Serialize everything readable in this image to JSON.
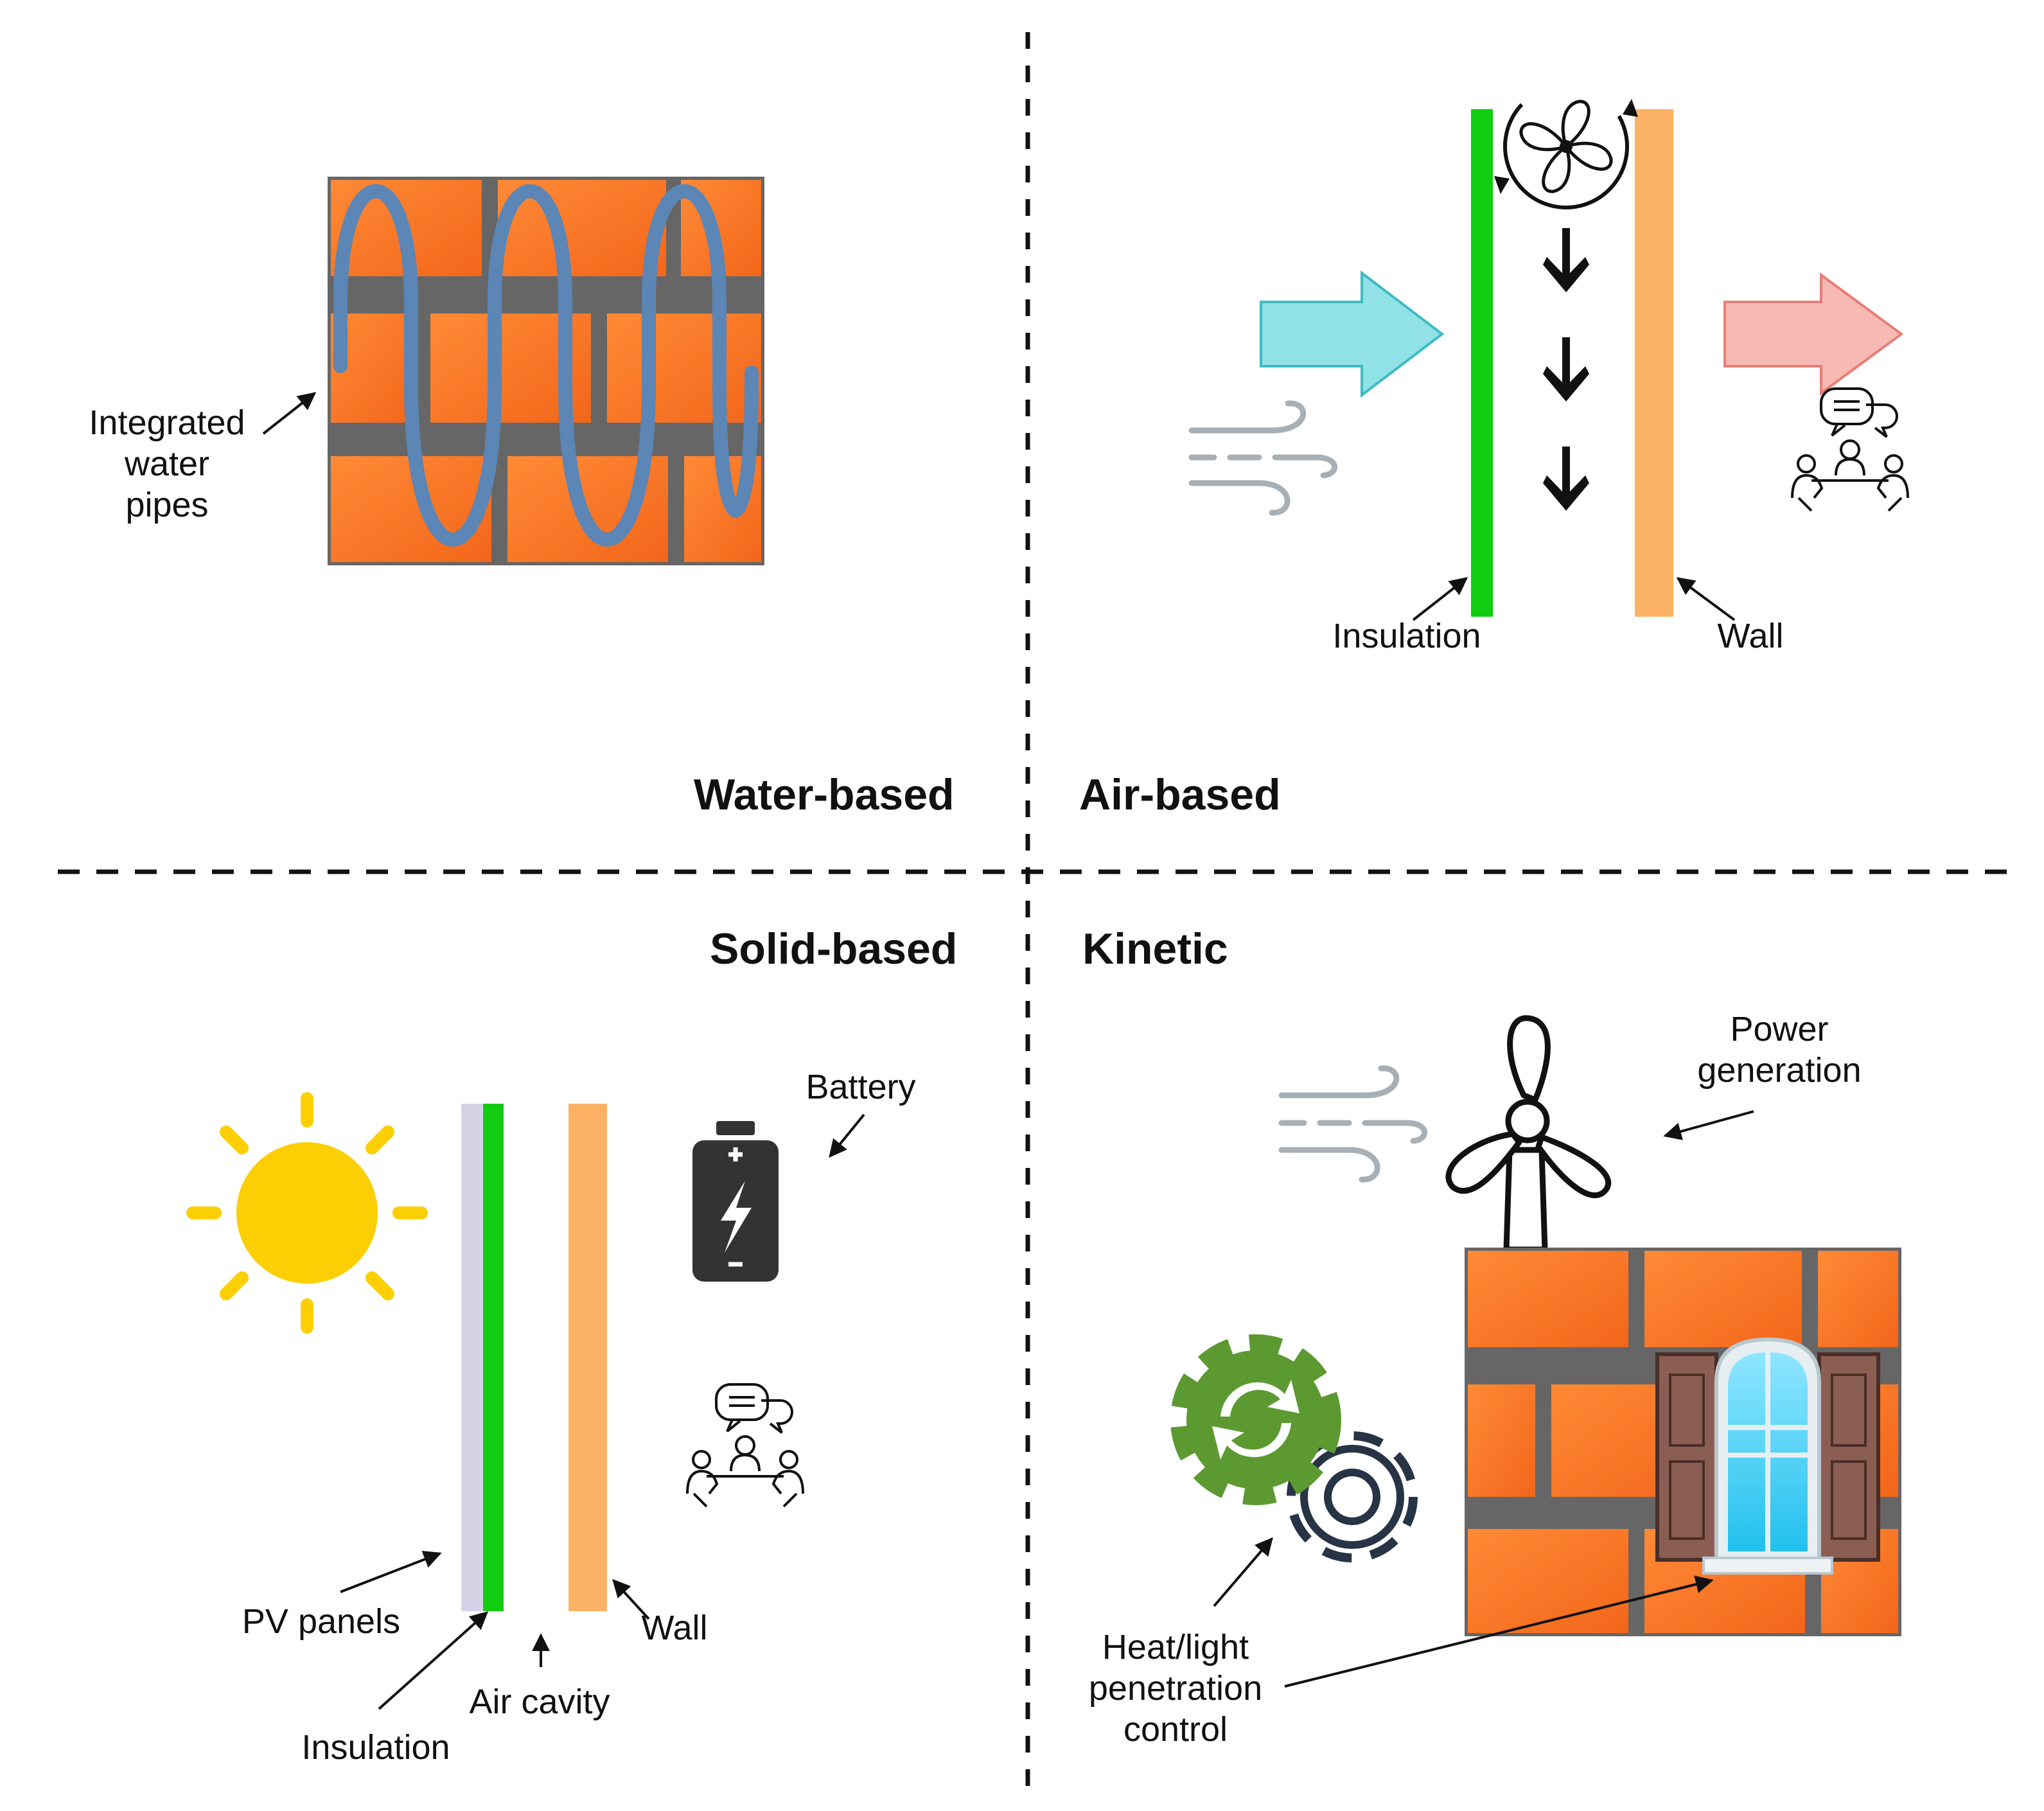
{
  "quadrants": {
    "water": {
      "title": "Water-based",
      "pipes_label": "Integrated\nwater\npipes"
    },
    "air": {
      "title": "Air-based",
      "insulation_label": "Insulation",
      "wall_label": "Wall"
    },
    "solid": {
      "title": "Solid-based",
      "battery_label": "Battery",
      "pv_label": "PV panels",
      "insulation_label": "Insulation",
      "air_cavity_label": "Air cavity",
      "wall_label": "Wall"
    },
    "kinetic": {
      "title": "Kinetic",
      "power_label": "Power\ngeneration",
      "control_label": "Heat/light\npenetration\ncontrol"
    }
  },
  "icons": [
    "brick-wall-icon",
    "fan-icon",
    "wind-icon",
    "people-meeting-icon",
    "sun-icon",
    "battery-icon",
    "wind-turbine-icon",
    "gear-icon",
    "window-icon"
  ],
  "colors": {
    "brick": "#fb7a22",
    "mortar": "#666666",
    "pipe": "#5b86b5",
    "insulation": "#11cc11",
    "wall": "#fbb264",
    "pv_panel": "#d6d2e6",
    "inflow_arrow": "#90e2e6",
    "outflow_arrow": "#f7b9b4",
    "sun": "#fccf04",
    "gear_green": "#5c9a31",
    "window_glass": "#35cbf3",
    "shutter": "#8b5e54"
  }
}
